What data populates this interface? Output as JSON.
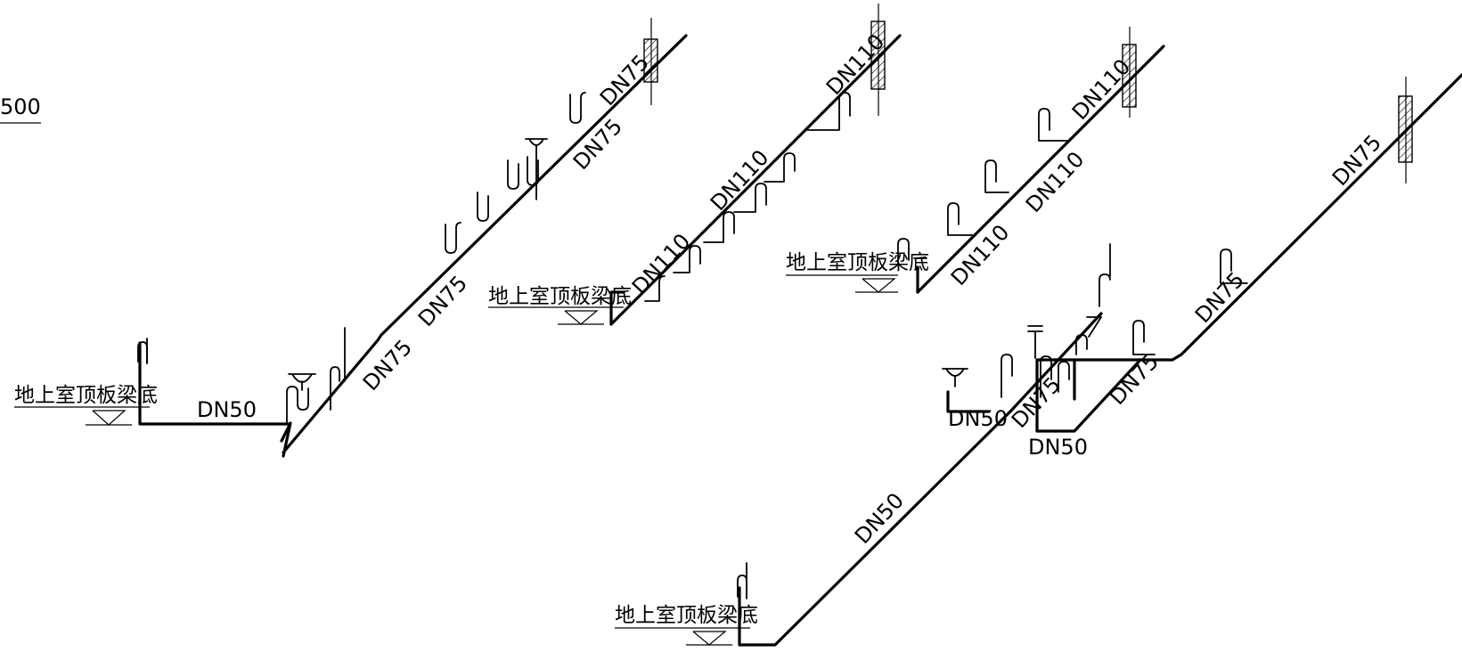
{
  "scale_text": "500",
  "level_labels": [
    "地上室顶板梁底",
    "地上室顶板梁底",
    "地上室顶板梁底",
    "地上室顶板梁底"
  ],
  "pipe_labels": {
    "g1_dn50": "DN50",
    "g1_dn75_a": "DN75",
    "g1_dn75_b": "DN75",
    "g1_dn75_c": "DN75",
    "g1_dn75_d": "DN75",
    "g2_dn110_a": "DN110",
    "g2_dn110_b": "DN110",
    "g2_dn110_c": "DN110",
    "g3_dn110_a": "DN110",
    "g3_dn110_b": "DN110",
    "g3_dn110_c": "DN110",
    "g4_dn50_a": "DN50",
    "g4_dn50_b": "DN50",
    "g4_dn50_c": "DN50",
    "g4_dn75_a": "DN75",
    "g4_dn75_b": "DN75",
    "g4_dn75_c": "DN75",
    "g4_dn75_d": "DN75"
  }
}
